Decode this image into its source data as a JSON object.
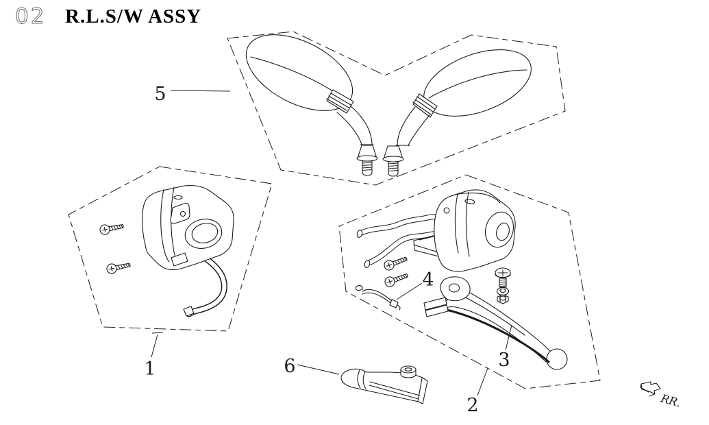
{
  "header": {
    "page_number": "02",
    "title": "R.L.S/W ASSY"
  },
  "callouts": [
    "1",
    "2",
    "3",
    "4",
    "5",
    "6"
  ],
  "direction_indicator": {
    "label": "RR."
  },
  "colors": {
    "line": "#1a1a1a",
    "background": "#ffffff",
    "page_number_stroke": "#6a6a6a"
  }
}
